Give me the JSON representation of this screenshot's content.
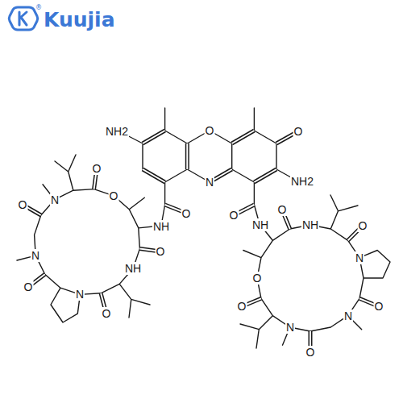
{
  "diagram": {
    "labels": [
      "®",
      "Kuujia",
      "O",
      "N",
      "O",
      "NH2",
      "NH2",
      "O",
      "NH",
      "O",
      "NH",
      "O",
      "NH",
      "O",
      "N",
      "O",
      "N",
      "O",
      "N",
      "O",
      "O",
      "O",
      "NH",
      "O",
      "N",
      "O",
      "N",
      "O",
      "N",
      "O",
      "O"
    ]
  }
}
